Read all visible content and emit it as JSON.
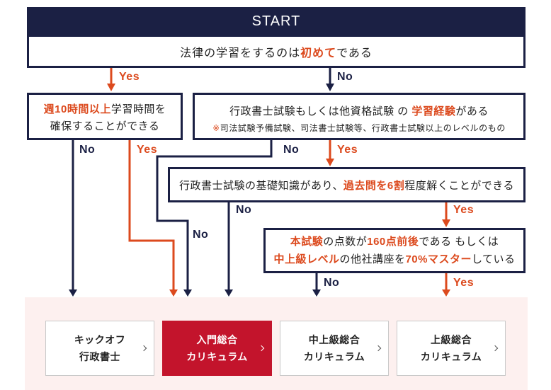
{
  "colors": {
    "navy": "#1b2044",
    "accent": "#dc4a1e",
    "course_highlight": "#c3142c",
    "course_area_bg": "#fdf0ef",
    "card_border": "#c9c9c9",
    "text": "#222222"
  },
  "start_label": "START",
  "branch_labels": {
    "yes": "Yes",
    "no": "No"
  },
  "questions": {
    "first_time": {
      "line1": [
        "法律の学習をするのは",
        "初めて",
        "である"
      ]
    },
    "study_hours": {
      "line1": [
        "週10時間以上",
        "学習時間を"
      ],
      "line2": [
        "確保することができる"
      ]
    },
    "prior_experience": {
      "line1": [
        "行政書士試験もしくは他資格試験 の ",
        "学習経験",
        "がある"
      ],
      "note": [
        "※",
        "司法試験予備試験、司法書士試験等、行政書士試験以上のレベルのもの"
      ]
    },
    "basic_knowledge": {
      "line1": [
        "行政書士試験の基礎知識があり、",
        "過去問を6割",
        "程度解くことができる"
      ]
    },
    "exam_score": {
      "line1": [
        "本試験",
        "の点数が",
        "160点前後",
        "である もしくは"
      ],
      "line2": [
        "中上級レベル",
        "の他社講座を",
        "70%マスター",
        "している"
      ]
    }
  },
  "courses": [
    {
      "line1": "キックオフ",
      "line2": "行政書士",
      "icon": "chevron-right-icon"
    },
    {
      "line1": "入門総合",
      "line2": "カリキュラム",
      "icon": "chevron-right-icon"
    },
    {
      "line1": "中上級総合",
      "line2": "カリキュラム",
      "icon": "chevron-right-icon"
    },
    {
      "line1": "上級総合",
      "line2": "カリキュラム",
      "icon": "chevron-right-icon"
    }
  ]
}
